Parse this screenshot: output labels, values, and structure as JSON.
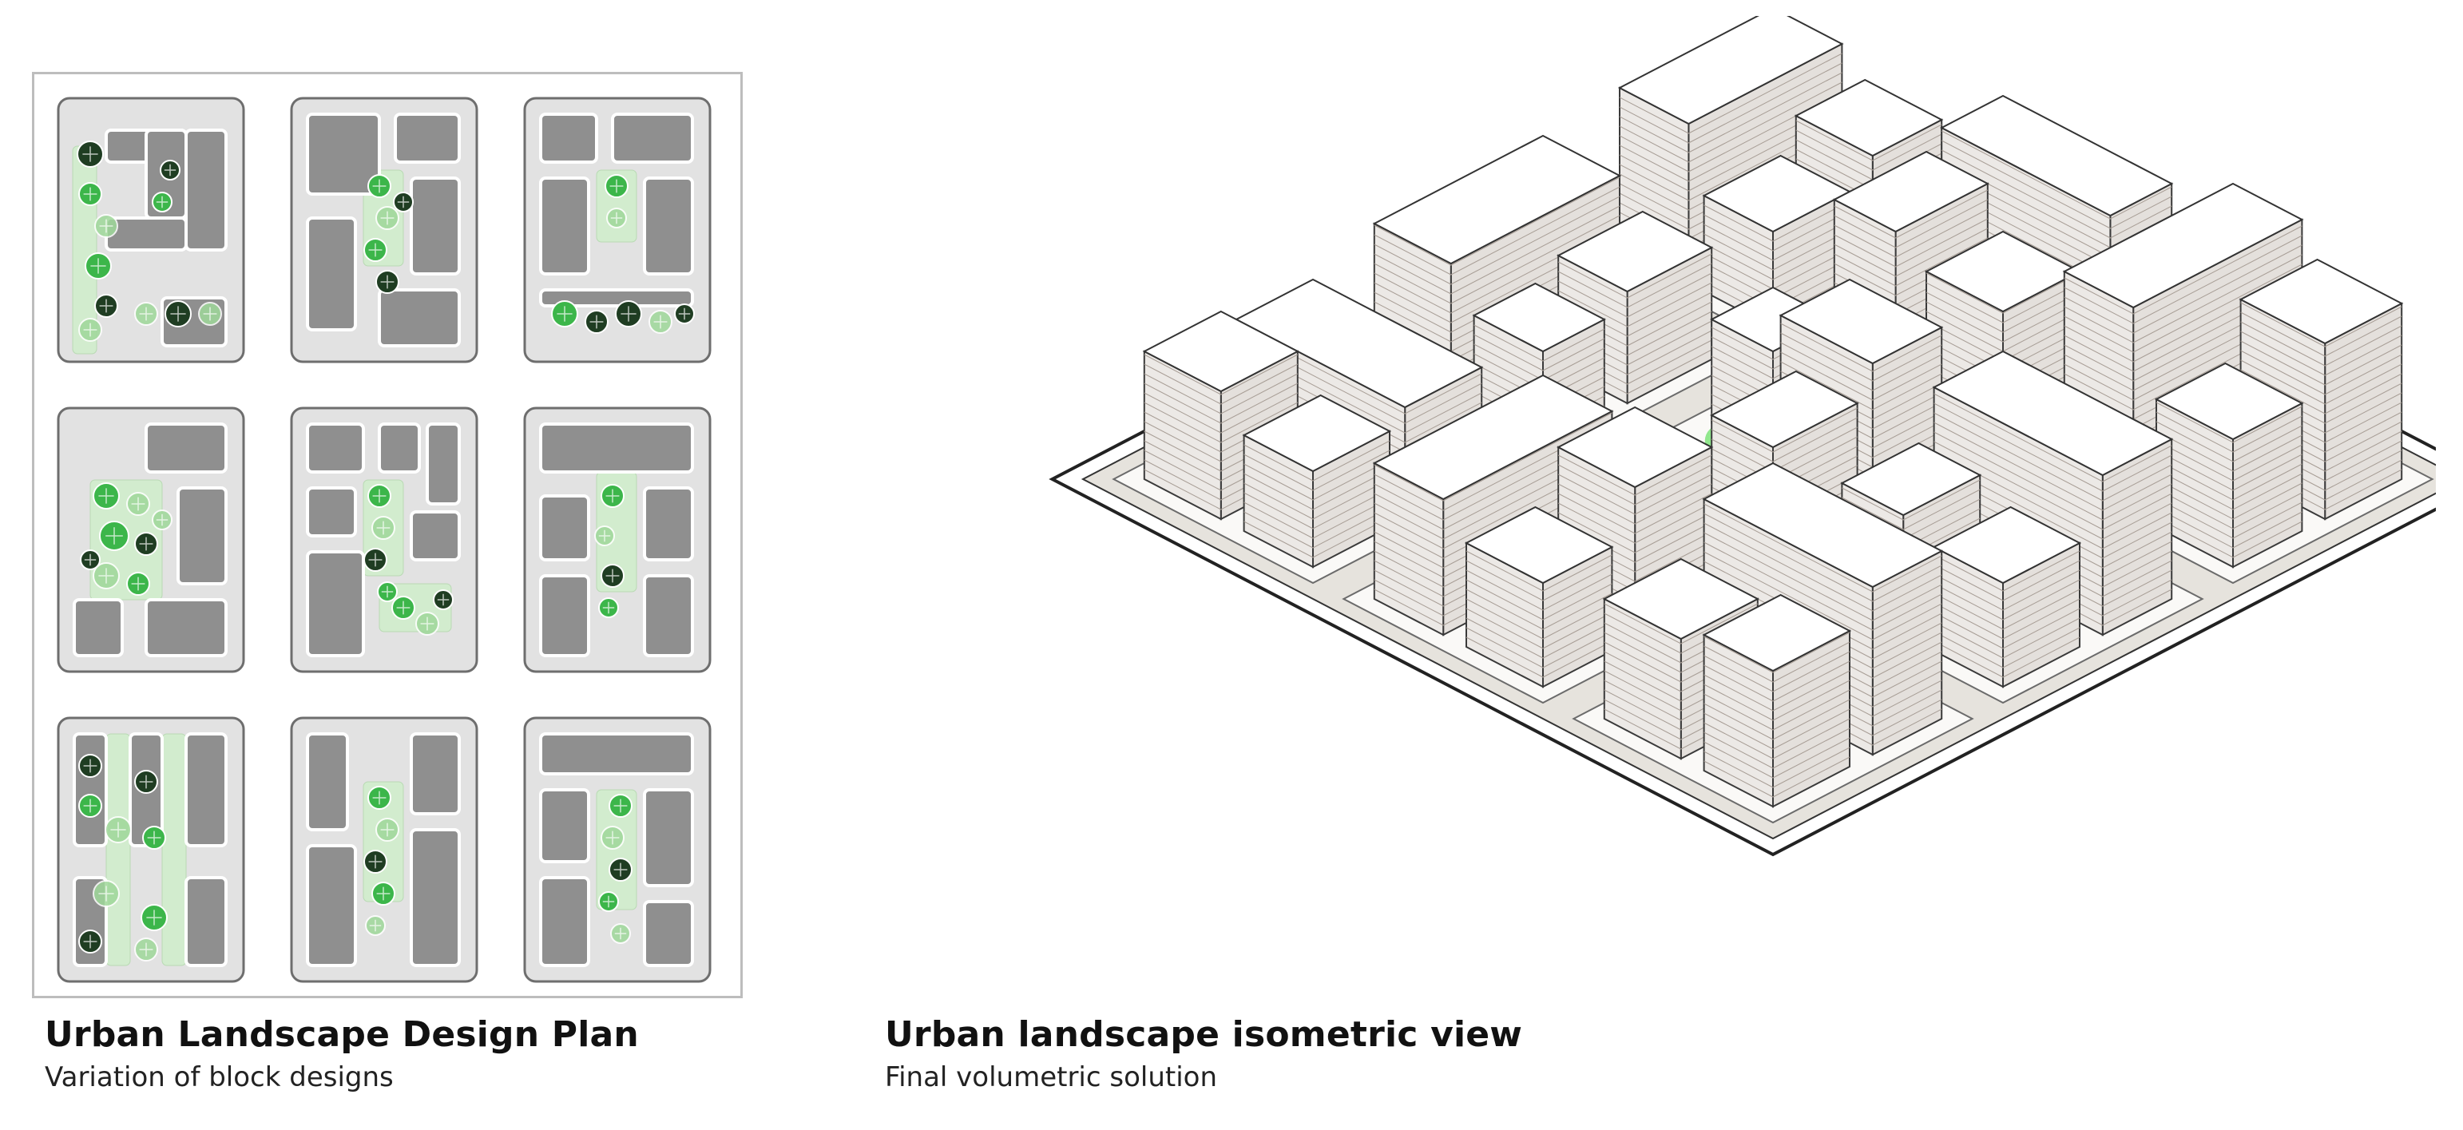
{
  "captions": {
    "plan": {
      "title": "Urban Landscape Design Plan",
      "subtitle": "Variation of block designs"
    },
    "isometric": {
      "title": "Urban landscape isometric view",
      "subtitle": "Final volumetric solution"
    }
  },
  "colors": {
    "block_base": "#e2e2e2",
    "building_footprint": "#8f8f8f",
    "street": "#dcdcdc",
    "ground_plate": "#e6e3dd",
    "tree_light": "#9fd89a",
    "tree_mid": "#3cb64a",
    "tree_dark": "#1f3d22",
    "building_wall": "#ece9e6",
    "building_roof": "#ffffff",
    "foliage_glow": "#6ee06a"
  },
  "plan_grid": {
    "rows": 3,
    "columns": 3,
    "blocks": [
      {
        "id": "block-1",
        "layout": "u-shape-with-park"
      },
      {
        "id": "block-2",
        "layout": "diagonal-streets"
      },
      {
        "id": "block-3",
        "layout": "courtyard-grid"
      },
      {
        "id": "block-4",
        "layout": "central-green"
      },
      {
        "id": "block-5",
        "layout": "fragmented-blocks"
      },
      {
        "id": "block-6",
        "layout": "l-blocks"
      },
      {
        "id": "block-7",
        "layout": "parallel-strips"
      },
      {
        "id": "block-8",
        "layout": "angled-core"
      },
      {
        "id": "block-9",
        "layout": "offset-courtyard"
      }
    ]
  }
}
